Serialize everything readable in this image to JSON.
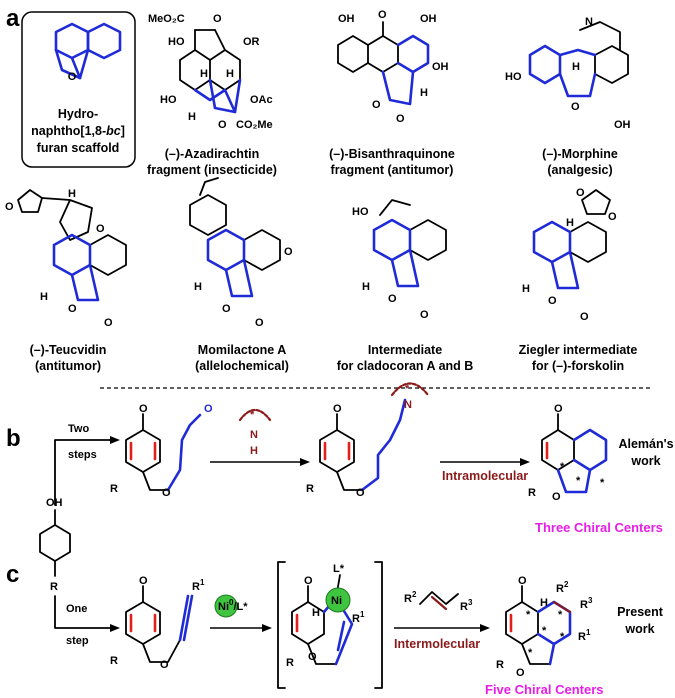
{
  "panels": {
    "a": "a",
    "b": "b",
    "c": "c"
  },
  "scaffold": {
    "line1": "Hydro-",
    "line2_pre": "naphtho[1,8-",
    "line2_it": "bc",
    "line2_post": "]",
    "line3": "furan scaffold"
  },
  "compounds": [
    {
      "l1": "(–)-Azadirachtin",
      "l2": "fragment (insecticide)"
    },
    {
      "l1": "(–)-Bisanthraquinone",
      "l2": "fragment (antitumor)"
    },
    {
      "l1": "(–)-Morphine",
      "l2": "(analgesic)"
    },
    {
      "l1": "(–)-Teucvidin",
      "l2": "(antitumor)"
    },
    {
      "l1": "Momilactone A",
      "l2": "(allelochemical)"
    },
    {
      "l1": "Intermediate",
      "l2": "for cladocoran A and B"
    },
    {
      "l1": "Ziegler intermediate",
      "l2": "for (–)-forskolin"
    }
  ],
  "atoms": {
    "azadirachtin": [
      "MeO₂C",
      "O",
      "HO",
      "OR",
      "H",
      "H",
      "HO",
      "OAc",
      "H",
      "O",
      "CO₂Me"
    ],
    "bisanthraquinone": [
      "OH",
      "O",
      "OH",
      "OH",
      "H",
      "O",
      "O"
    ],
    "morphine": [
      "N",
      "HO",
      "H",
      "O",
      "OH"
    ],
    "teucvidin": [
      "O",
      "H",
      "O",
      "H",
      "O",
      "O"
    ],
    "momilactone": [
      "H",
      "O",
      "O",
      "O"
    ],
    "cladocoran": [
      "HO",
      "H",
      "O",
      "O"
    ],
    "ziegler": [
      "O",
      "O",
      "H",
      "H",
      "O",
      "O"
    ]
  },
  "section_b": {
    "two_steps_1": "Two",
    "two_steps_2": "steps",
    "catalyst_N": "N",
    "catalyst_H": "H",
    "star": "*",
    "intramolecular": "Intramolecular",
    "work_1": "Alemán's",
    "work_2": "work",
    "chiral": "Three Chiral Centers",
    "R": "R",
    "O": "O"
  },
  "section_c": {
    "phenol_OH": "OH",
    "R": "R",
    "one_step_1": "One",
    "one_step_2": "step",
    "R1": "R",
    "R1_sup": "1",
    "ni_cat": "Ni",
    "ni_sup": "0",
    "ni_lig": "/L*",
    "Ni": "Ni",
    "L": "L*",
    "R2": "R",
    "R2_sup": "2",
    "R3": "R",
    "R3_sup": "3",
    "intermolecular": "Intermolecular",
    "work_1": "Present",
    "work_2": "work",
    "chiral": "Five Chiral Centers",
    "O": "O",
    "H": "H"
  },
  "colors": {
    "blue": "#1f2bd6",
    "red": "#e0201b",
    "darkred": "#8b1a1a",
    "magenta": "#e81ee8",
    "green": "#3fc43f"
  }
}
